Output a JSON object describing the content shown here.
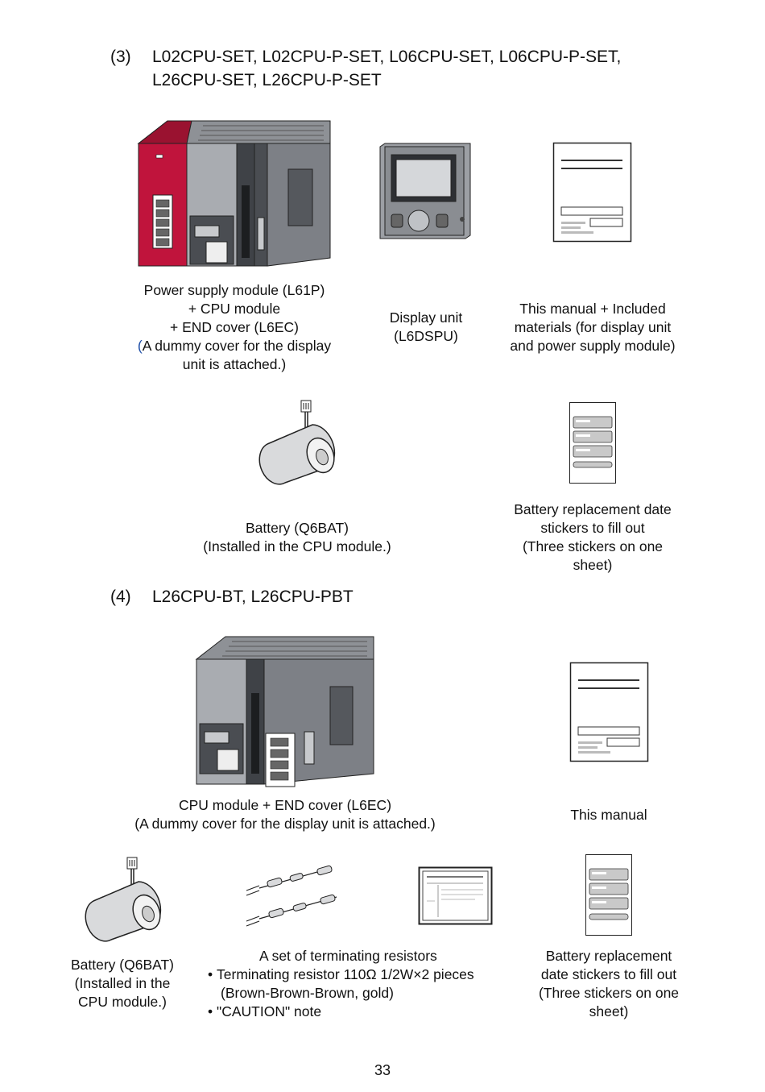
{
  "section3": {
    "number": "(3)",
    "title": "L02CPU-SET, L02CPU-P-SET, L06CPU-SET, L06CPU-P-SET,\nL26CPU-SET, L26CPU-P-SET",
    "items": {
      "power_cpu": {
        "caption_prefix": "Power supply module (L61P)\n+ CPU module\n+ END cover (L6EC)\n",
        "caption_paren": "(",
        "caption_rest": "A dummy cover for the display\nunit is attached.)"
      },
      "display_unit": {
        "caption": "Display unit\n(L6DSPU)"
      },
      "manual": {
        "caption": "This manual + Included\nmaterials (for display unit\nand power supply module)"
      },
      "battery": {
        "caption": "Battery (Q6BAT)\n(Installed in the CPU module.)"
      },
      "stickers": {
        "caption": "Battery replacement date\nstickers to fill out\n(Three stickers on one\nsheet)"
      }
    }
  },
  "section4": {
    "number": "(4)",
    "title": "L26CPU-BT, L26CPU-PBT",
    "items": {
      "cpu": {
        "caption": "CPU module + END cover (L6EC)\n(A dummy cover for the display unit is attached.)"
      },
      "manual": {
        "caption": "This manual"
      },
      "battery": {
        "caption": "Battery (Q6BAT)\n(Installed in the\nCPU module.)"
      },
      "resistors": {
        "title": "A set of terminating resistors",
        "bullet": "•",
        "line1": "Terminating resistor 110Ω 1/2W×2 pieces",
        "line2": "(Brown-Brown-Brown, gold)",
        "line3": "\"CAUTION\" note"
      },
      "stickers": {
        "caption": "Battery replacement\ndate stickers to fill out\n(Three stickers on one\nsheet)"
      }
    }
  },
  "page_number": "33",
  "colors": {
    "power_module": "#c0143c",
    "cpu_dark": "#4a4d52",
    "cpu_mid": "#7d8086",
    "cpu_light": "#a9acb1",
    "paren_blue": "#1f4fa8"
  }
}
